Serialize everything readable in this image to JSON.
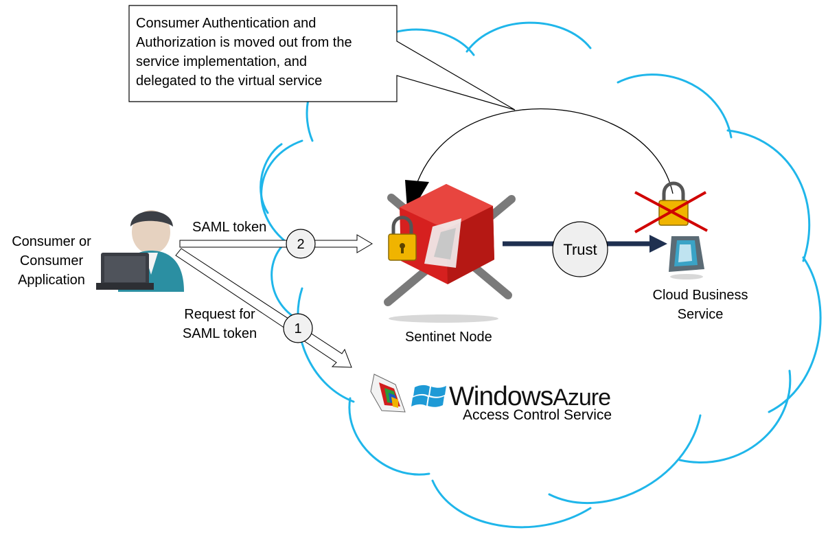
{
  "callout": {
    "lines": [
      "Consumer Authentication and",
      "Authorization is moved out from the",
      "service implementation, and",
      "delegated to the virtual service"
    ]
  },
  "consumer": {
    "lines": [
      "Consumer or",
      "Consumer",
      "Application"
    ]
  },
  "saml_token_label": "SAML token",
  "request_label": {
    "lines": [
      "Request for",
      "SAML token"
    ]
  },
  "step2": "2",
  "step1": "1",
  "trust": "Trust",
  "sentinet_label": "Sentinet Node",
  "cloud_service": {
    "lines": [
      "Cloud Business",
      "Service"
    ]
  },
  "azure": {
    "brand_windows": "Windows",
    "brand_azure": "Azure",
    "acs_label": "Access Control Service"
  },
  "colors": {
    "cloud": "#1fb6ea",
    "arrow_dark": "#1f3050",
    "sentinet_red": "#d6201f",
    "lock_gold": "#f0b400",
    "cross_red": "#d00000"
  }
}
